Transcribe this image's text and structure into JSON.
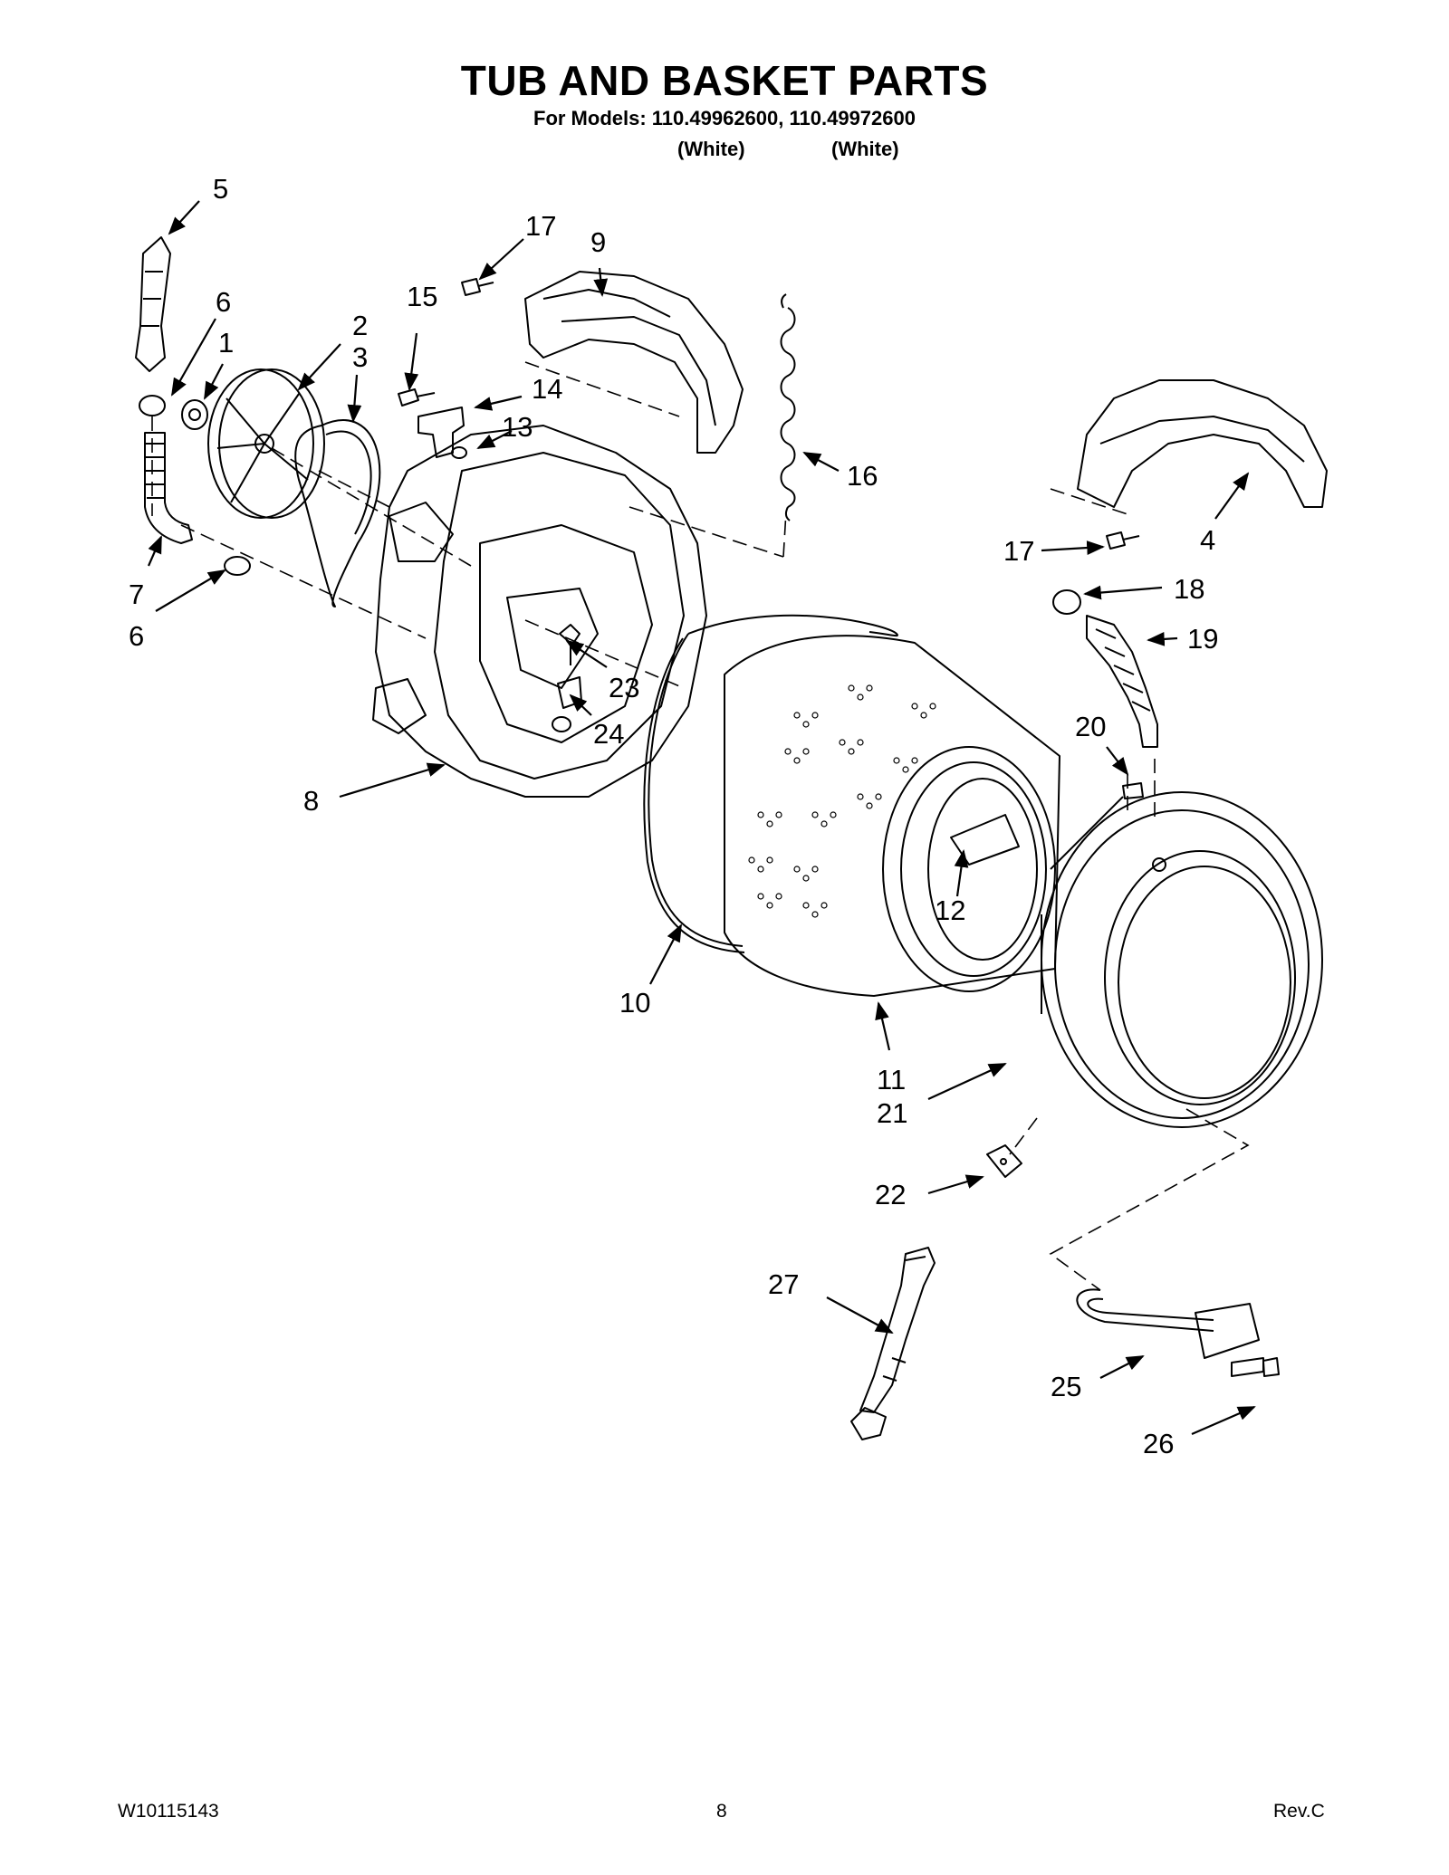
{
  "header": {
    "title": "TUB AND BASKET PARTS",
    "subtitle": "For Models: 110.49962600, 110.49972600",
    "variants": [
      "(White)",
      "(White)"
    ]
  },
  "callouts": [
    "5",
    "6",
    "1",
    "2",
    "3",
    "15",
    "17",
    "9",
    "14",
    "13",
    "16",
    "7",
    "6",
    "8",
    "23",
    "24",
    "4",
    "17",
    "18",
    "19",
    "20",
    "12",
    "10",
    "11",
    "21",
    "22",
    "27",
    "25",
    "26"
  ],
  "footer": {
    "doc_number": "W10115143",
    "page": "8",
    "revision": "Rev.C"
  }
}
